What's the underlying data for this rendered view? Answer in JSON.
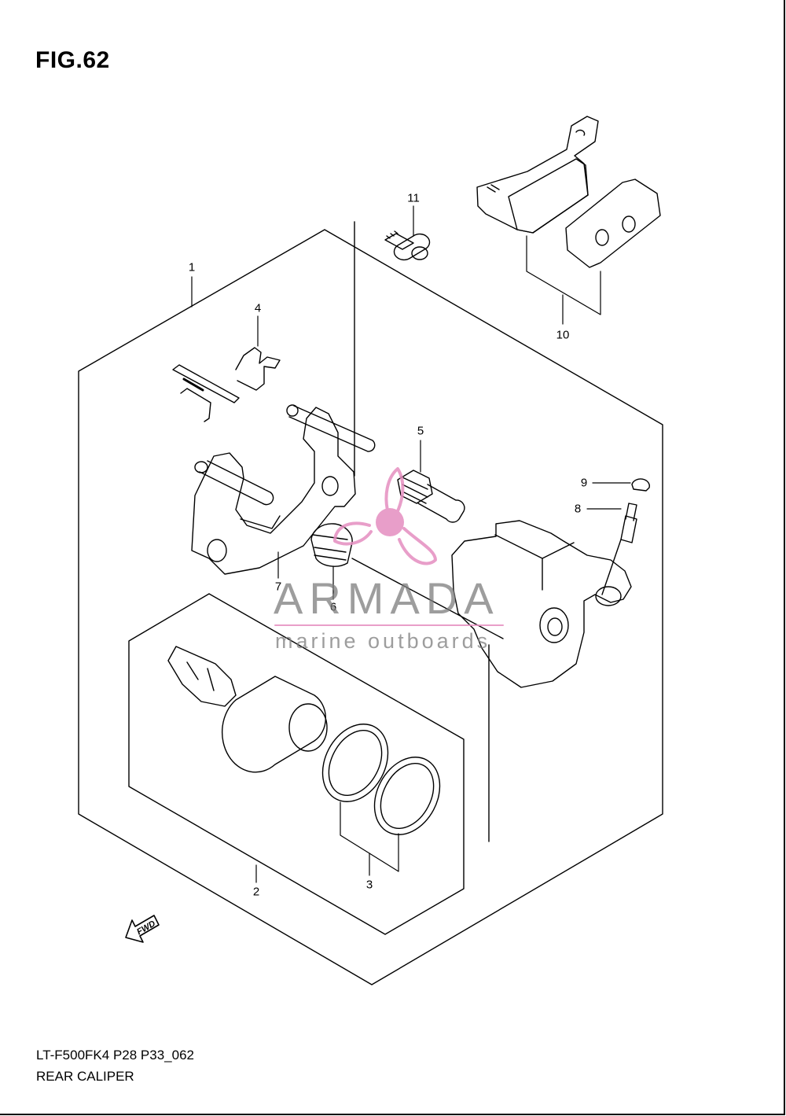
{
  "figure": {
    "title": "FIG.62",
    "model_code": "LT-F500FK4 P28 P33_062",
    "assembly_name": "REAR CALIPER"
  },
  "callouts": [
    {
      "id": "1",
      "label": "1"
    },
    {
      "id": "2",
      "label": "2"
    },
    {
      "id": "3",
      "label": "3"
    },
    {
      "id": "4",
      "label": "4"
    },
    {
      "id": "5",
      "label": "5"
    },
    {
      "id": "6",
      "label": "6"
    },
    {
      "id": "7",
      "label": "7"
    },
    {
      "id": "8",
      "label": "8"
    },
    {
      "id": "9",
      "label": "9"
    },
    {
      "id": "10",
      "label": "10"
    },
    {
      "id": "11",
      "label": "11"
    }
  ],
  "direction_marker": {
    "label": "FWD",
    "icon": "arrow-left-icon"
  },
  "watermark": {
    "brand": "ARMADA",
    "tagline": "marine outboards",
    "accent_color": "#e58ec0",
    "text_color": "#7d7d7d"
  },
  "colors": {
    "line": "#000000",
    "background": "#ffffff"
  }
}
